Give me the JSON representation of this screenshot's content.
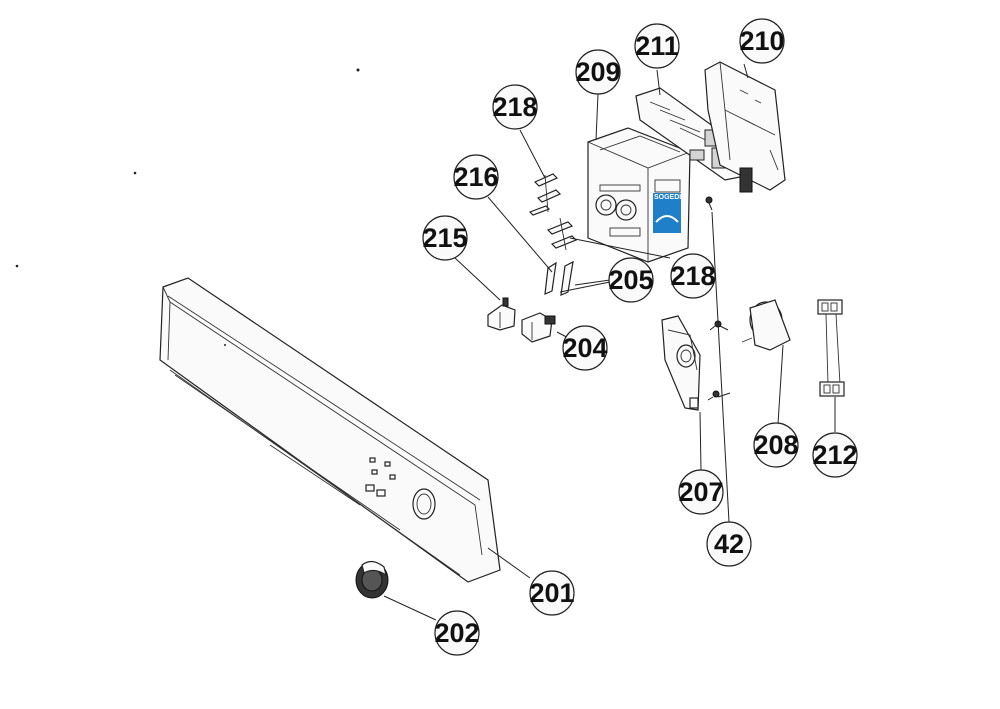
{
  "callouts": {
    "c201": "201",
    "c202": "202",
    "c204": "204",
    "c205": "205",
    "c207": "207",
    "c208": "208",
    "c209": "209",
    "c210": "210",
    "c211": "211",
    "c212": "212",
    "c215": "215",
    "c216": "216",
    "c218a": "218",
    "c218b": "218",
    "c42": "42"
  },
  "logo": {
    "text": "SOGEDIS",
    "color": "#1f7fc8"
  }
}
